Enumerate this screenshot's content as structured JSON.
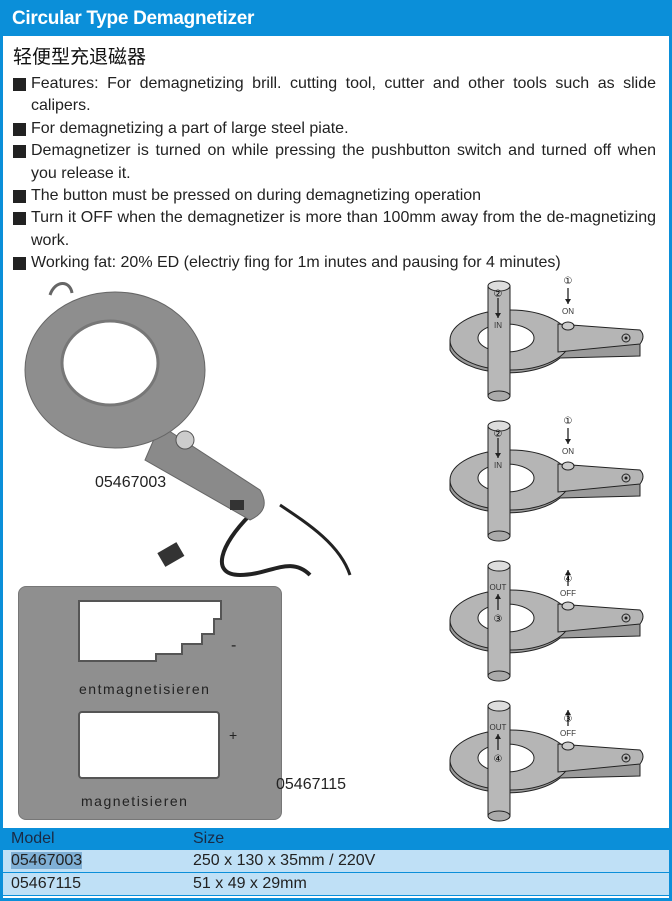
{
  "header": {
    "title": "Circular Type Demagnetizer",
    "subtitle_cn": "轻便型充退磁器"
  },
  "features": [
    "Features: For demagnetizing brill. cutting tool, cutter and other tools such as slide calipers.",
    "For demagnetizing a part of large steel piate.",
    "Demagnetizer is turned on while pressing the pushbutton switch and turned off when you release it.",
    "The button must be pressed on during demagnetizing  operation",
    "Turn it OFF when the demagnetizer is more than 100mm away from the de-magnetizing work.",
    "Working fat: 20% ED (electriy fing for 1m inutes and pausing for 4 minutes)"
  ],
  "products": {
    "p1_label": "05467003",
    "p2_label": "05467115",
    "p2_text_top": "entmagnetisieren",
    "p2_text_bottom": "magnetisieren",
    "p2_minus": "-",
    "p2_plus": "+"
  },
  "diagrams": [
    {
      "switch_step": "①",
      "switch_label": "ON",
      "rod_step": "②",
      "rod_label": "IN",
      "direction": "down"
    },
    {
      "switch_step": "①",
      "switch_label": "ON",
      "rod_step": "②",
      "rod_label": "IN",
      "direction": "down"
    },
    {
      "switch_step": "④",
      "switch_label": "OFF",
      "rod_step": "③",
      "rod_label": "OUT",
      "direction": "up"
    },
    {
      "switch_step": "③",
      "switch_label": "OFF",
      "rod_step": "④",
      "rod_label": "OUT",
      "direction": "up"
    }
  ],
  "table": {
    "headers": [
      "Model",
      "Size"
    ],
    "rows": [
      [
        "05467003",
        "250 x 130 x 35mm  /  220V"
      ],
      [
        "05467115",
        "51 x 49 x 29mm"
      ]
    ]
  },
  "colors": {
    "brand": "#0b8fd9",
    "row": "#bfe0f6"
  }
}
